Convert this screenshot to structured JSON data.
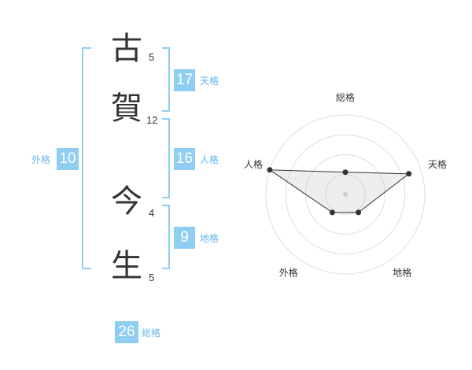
{
  "name": {
    "chars": [
      {
        "char": "古",
        "strokes": "5"
      },
      {
        "char": "賀",
        "strokes": "12"
      },
      {
        "char": "今",
        "strokes": "4"
      },
      {
        "char": "生",
        "strokes": "5"
      }
    ]
  },
  "fortunes": {
    "tenkaku": {
      "value": "17",
      "label": "天格"
    },
    "jinkaku": {
      "value": "16",
      "label": "人格"
    },
    "chikaku": {
      "value": "9",
      "label": "地格"
    },
    "gaikaku": {
      "value": "10",
      "label": "外格"
    },
    "soukaku": {
      "value": "26",
      "label": "総格"
    }
  },
  "colors": {
    "accent": "#8fcdf2",
    "label_text": "#65b6e8",
    "text": "#333333"
  },
  "chart_data": {
    "type": "radar",
    "axes": [
      "総格",
      "天格",
      "地格",
      "外格",
      "人格"
    ],
    "max": 5,
    "rings": 4,
    "values": [
      1.4,
      4.2,
      1.4,
      1.4,
      5
    ]
  }
}
